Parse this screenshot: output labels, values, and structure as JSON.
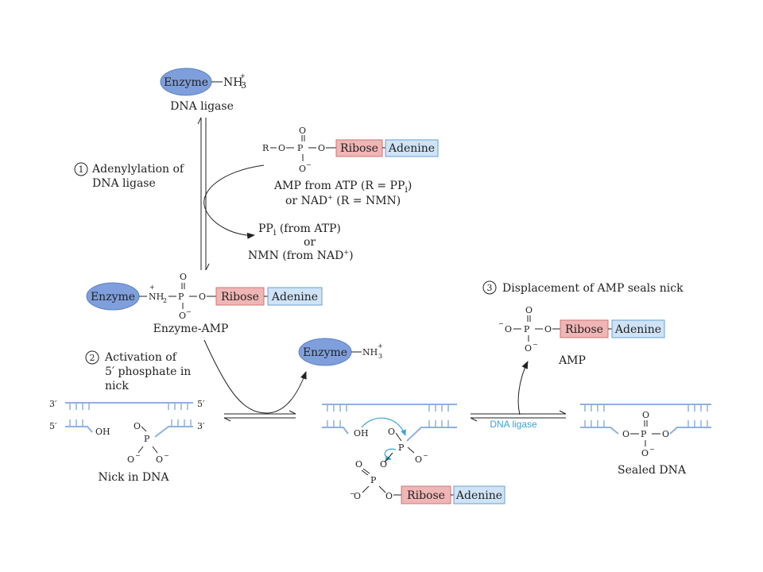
{
  "colors": {
    "enzyme": "#7f9fdc",
    "ribose": "#f0b5b5",
    "adenine": "#cfe3f7",
    "dna_strand": "#8fb1de",
    "arrow_blue": "#3aa3d6",
    "text": "#222222"
  },
  "labels": {
    "enzyme": "Enzyme",
    "nh3": "NH",
    "nh3_sub": "3",
    "nh3_sup": "+",
    "nh2": "NH",
    "nh2_sub": "2",
    "ribose": "Ribose",
    "adenine": "Adenine",
    "o": "O",
    "o_minus": "O",
    "minus": "−",
    "p": "P",
    "r": "R",
    "oh": "OH",
    "three_prime": "3′",
    "five_prime": "5′"
  },
  "top": {
    "caption": "DNA ligase"
  },
  "step1": {
    "number": "1",
    "label_line1": "Adenylylation of",
    "label_line2": "DNA ligase",
    "amp_source_line1": "AMP from ATP (R = PP",
    "amp_source_line1_sub": "i",
    "amp_source_line1_end": ")",
    "amp_source_line2": "or NAD",
    "amp_source_line2_sup": "+",
    "amp_source_line2_end": " (R = NMN)",
    "product_line1": "PP",
    "product_line1_sub": "i",
    "product_line1_end": "  (from ATP)",
    "product_line2": "or",
    "product_line3": "NMN (from NAD",
    "product_line3_sup": "+",
    "product_line3_end": ")"
  },
  "enzyme_amp": {
    "caption": "Enzyme-AMP"
  },
  "step2": {
    "number": "2",
    "label_line1": "Activation of",
    "label_line2": "5′ phosphate in",
    "label_line3": "nick",
    "nick_caption": "Nick in DNA"
  },
  "step3": {
    "number": "3",
    "label": "Displacement of AMP seals nick",
    "amp_caption": "AMP",
    "catalyst": "DNA ligase",
    "sealed_caption": "Sealed DNA"
  }
}
